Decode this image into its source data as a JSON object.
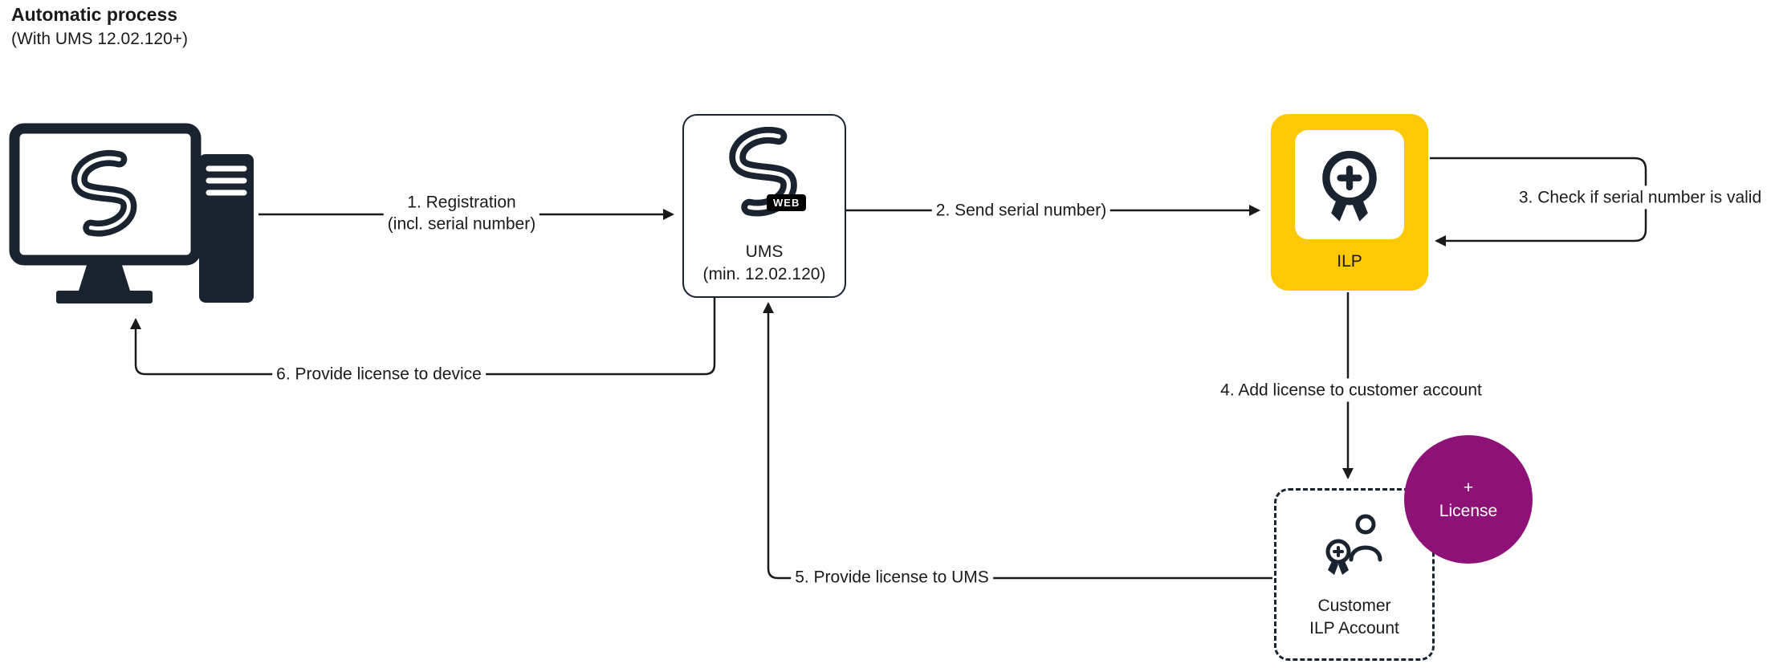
{
  "header": {
    "title": "Automatic process",
    "subtitle": "(With UMS 12.02.120+)"
  },
  "nodes": {
    "ums": {
      "icon_badge": "WEB",
      "line1": "UMS",
      "line2": "(min. 12.02.120)"
    },
    "ilp": {
      "label": "ILP"
    },
    "customer_account": {
      "line1": "Customer",
      "line2": "ILP Account"
    },
    "license_badge": {
      "line1": "+",
      "line2": "License"
    }
  },
  "arrows": {
    "a1": {
      "line1": "1. Registration",
      "line2": "(incl. serial number)"
    },
    "a2": {
      "label": "2. Send serial number)"
    },
    "a3": {
      "label": "3. Check if serial number is valid"
    },
    "a4": {
      "label": "4. Add license to customer account"
    },
    "a5": {
      "label": "5. Provide license to UMS"
    },
    "a6": {
      "label": "6. Provide license to device"
    }
  },
  "colors": {
    "ink": "#1a2430",
    "line": "#1a1a1a",
    "ilp_yellow": "#ffc805",
    "license_purple": "#8e1177"
  }
}
